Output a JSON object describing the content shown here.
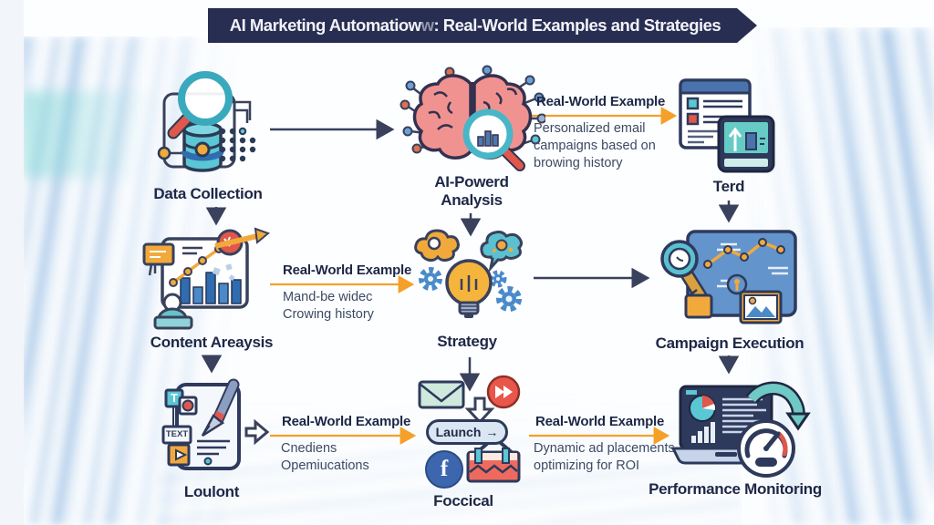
{
  "banner": {
    "title_main_1": "AI Marketing Automatiow",
    "title_ghost": "w",
    "title_main_2": ": Real-World Examples and Strategies"
  },
  "nodes": {
    "data_collection": {
      "label": "Data Collection",
      "icon": "magnifier-database-icon"
    },
    "ai_analysis": {
      "label_lines": [
        "AI-Powerd",
        "Analysis"
      ],
      "icon": "brain-circuit-magnifier-icon"
    },
    "terd": {
      "label": "Terd",
      "icon": "browser-window-upload-icon"
    },
    "content_analysis": {
      "label": "Content Areaysis",
      "icon": "whiteboard-chart-presenter-icon"
    },
    "strategy": {
      "label": "Strategy",
      "icon": "lightbulb-gears-icon"
    },
    "campaign_execution": {
      "label": "Campaign Execution",
      "icon": "campaign-board-megaphone-icon"
    },
    "loulont": {
      "label": "Loulont",
      "icon": "tablet-pen-content-icon",
      "blocks": {
        "t": "T",
        "text": "TEXT"
      }
    },
    "foccical": {
      "label": "Foccical",
      "icon": "launch-social-cluster-icon",
      "launch_label": "Launch",
      "launch_arrow": "→",
      "facebook_glyph": "f"
    },
    "performance_monitoring": {
      "label": "Performance Monitoring",
      "icon": "dashboard-gauge-refresh-icon"
    }
  },
  "examples": [
    {
      "heading": "Real-World Example",
      "lines": [
        "Personalized email",
        "campaigns based on",
        "browing history"
      ]
    },
    {
      "heading": "Real-World Example",
      "lines": [
        "Mand-be widec",
        "Crowing history"
      ]
    },
    {
      "heading": "Real-World Example",
      "lines": [
        "Cnediens",
        "Opemiucations"
      ]
    },
    {
      "heading": "Real-World Example",
      "lines": [
        "Dynamic ad placements",
        "optimizing for ROI"
      ]
    }
  ],
  "colors": {
    "banner_navy": "#282d52",
    "outline_navy": "#2e3a5c",
    "accent_orange": "#f5a028",
    "teal": "#5bc6d4",
    "red": "#e0574b",
    "blue": "#4a8ac9",
    "brain_pink": "#f09390",
    "facebook_blue": "#3c66ae",
    "background_streak_blue": "#aac9e9"
  }
}
